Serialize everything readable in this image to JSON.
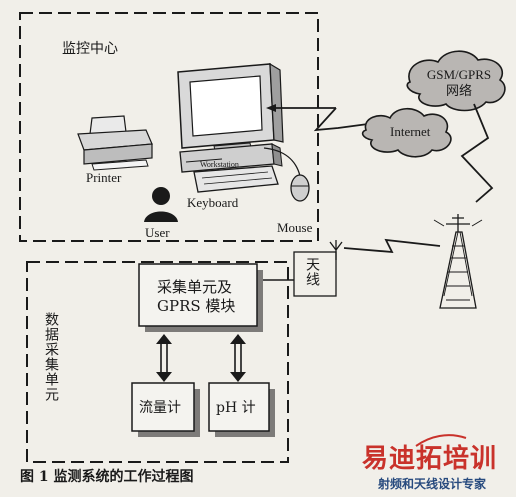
{
  "labels": {
    "monitoring_center": "监控中心",
    "printer": "Printer",
    "workstation": "Workstation",
    "keyboard": "Keyboard",
    "user": "User",
    "mouse": "Mouse",
    "gsm_gprs_line1": "GSM/GPRS",
    "gsm_gprs_line2": "网络",
    "internet": "Internet",
    "antenna": "天线",
    "data_unit": "数据采集单元",
    "gprs_module": "采集单元及\nGPRS 模块",
    "flowmeter": "流量计",
    "ph_meter": "pH 计"
  },
  "caption": "图 1   监测系统的工作过程图",
  "watermark": {
    "main": "易迪拓培训",
    "sub": "射频和天线设计专家"
  },
  "colors": {
    "background": "#f1efe9",
    "line": "#1a1a1a",
    "cloud": "#b9b6b3",
    "shadow": "#7d7b79",
    "watermark_red": "#c9322b",
    "watermark_blue": "#274a7e"
  }
}
